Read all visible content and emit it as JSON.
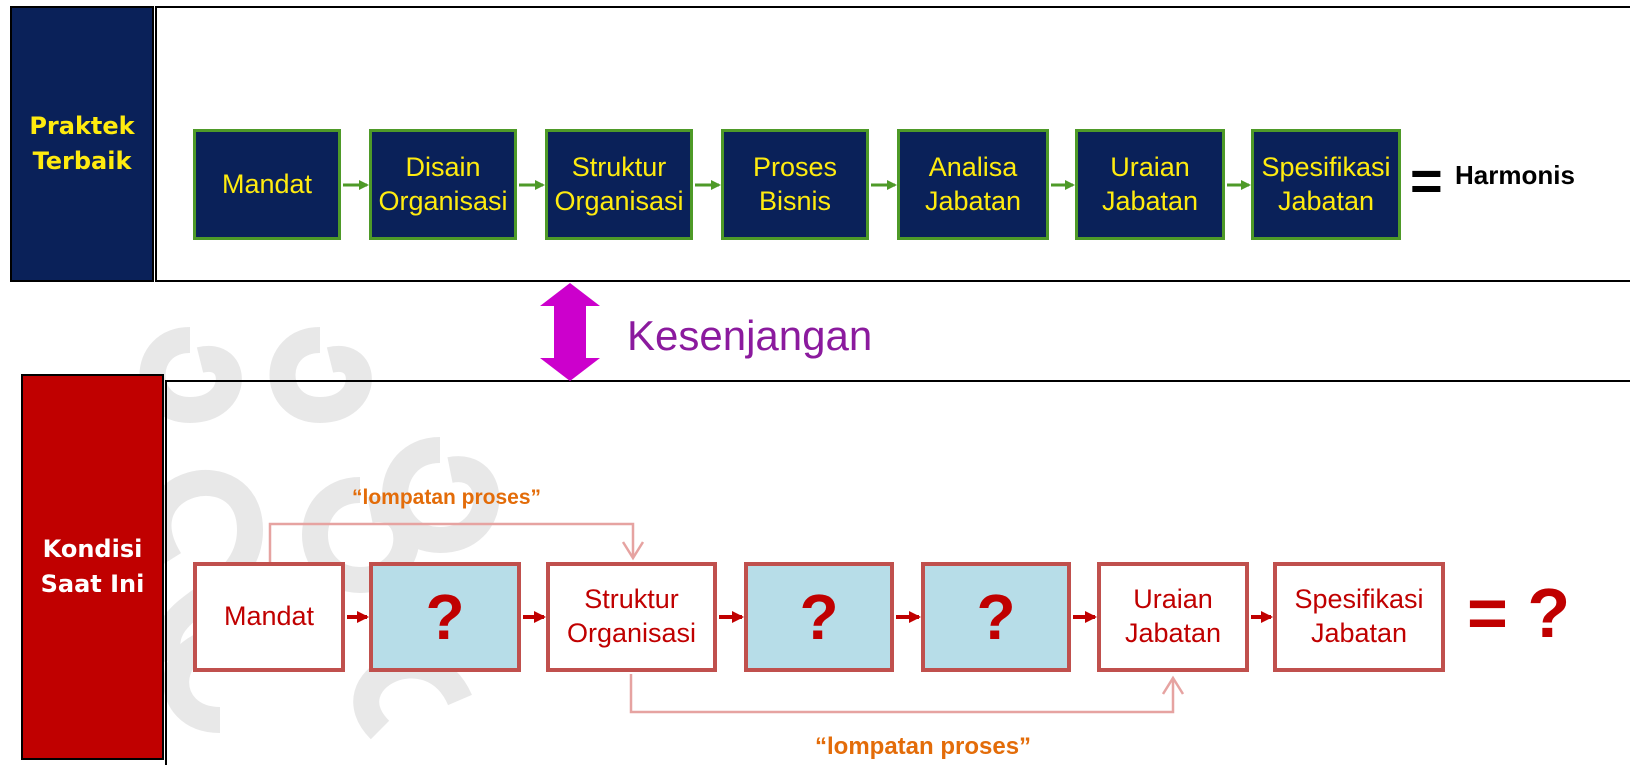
{
  "labels": {
    "top": "Praktek\nTerbaik",
    "bottom": "Kondisi\nSaat Ini"
  },
  "top_flow": {
    "steps": [
      {
        "label": "Mandat"
      },
      {
        "label": "Disain\nOrganisasi"
      },
      {
        "label": "Struktur\nOrganisasi"
      },
      {
        "label": "Proses\nBisnis"
      },
      {
        "label": "Analisa\nJabatan"
      },
      {
        "label": "Uraian\nJabatan"
      },
      {
        "label": "Spesifikasi\nJabatan"
      }
    ],
    "equals": "=",
    "result": "Harmonis"
  },
  "gap": {
    "label": "Kesenjangan"
  },
  "bottom_flow": {
    "steps": [
      {
        "label": "Mandat",
        "unknown": false
      },
      {
        "label": "?",
        "unknown": true
      },
      {
        "label": "Struktur\nOrganisasi",
        "unknown": false
      },
      {
        "label": "?",
        "unknown": true
      },
      {
        "label": "?",
        "unknown": true
      },
      {
        "label": "Uraian\nJabatan",
        "unknown": false
      },
      {
        "label": "Spesifikasi\nJabatan",
        "unknown": false
      }
    ],
    "result": "= ?",
    "skips": [
      {
        "label": "“lompatan proses”"
      },
      {
        "label": "“lompatan proses”"
      }
    ]
  },
  "colors": {
    "navy": "#0a2159",
    "yellow": "#ffeb0f",
    "green": "#4e9a28",
    "red": "#c00000",
    "box_border_red": "#c0504d",
    "light_blue": "#b7dde8",
    "magenta": "#cc00cc",
    "orange": "#e36c09",
    "purple_text": "#8b1a9e"
  }
}
